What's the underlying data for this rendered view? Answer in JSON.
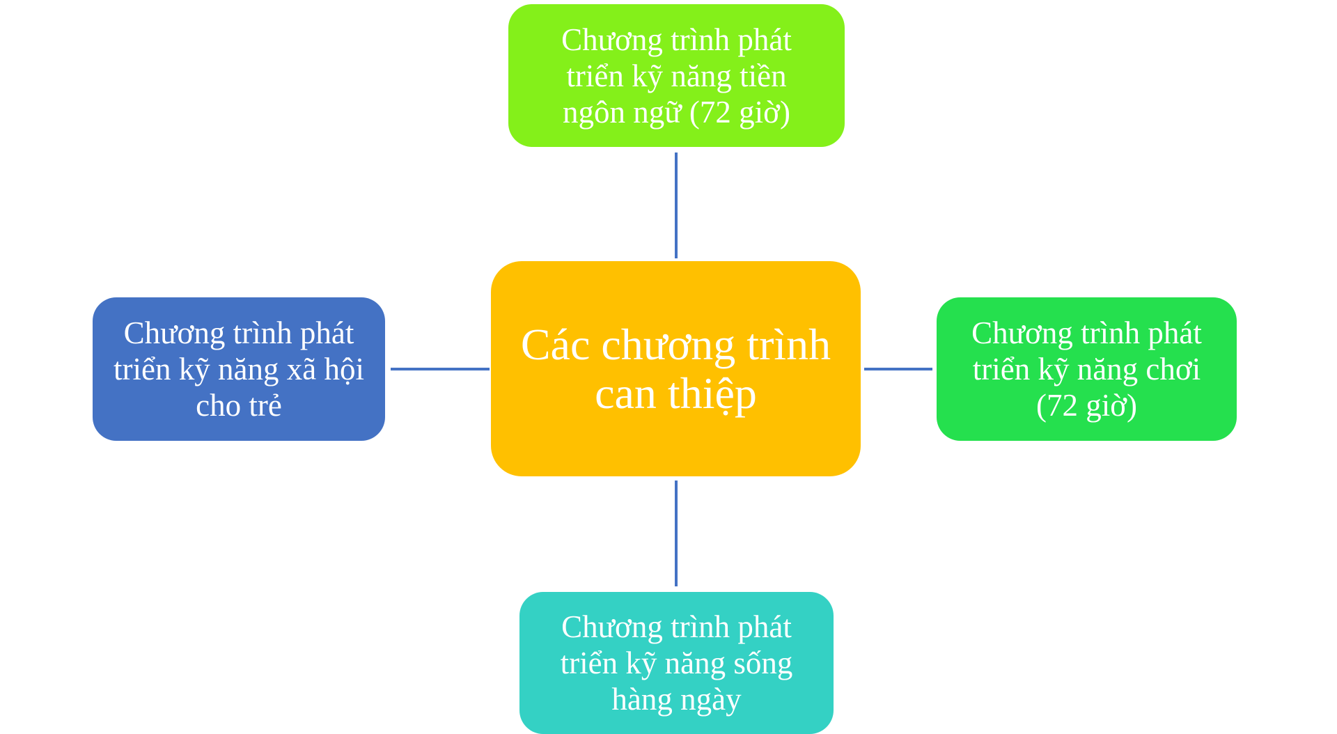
{
  "center": {
    "label": "Các chương trình can thiệp",
    "lines": [
      "Các chương trình",
      "can thiệp"
    ],
    "color": "#FFC000"
  },
  "nodes": {
    "top": {
      "lines": [
        "Chương trình phát",
        "triển kỹ năng tiền",
        "ngôn ngữ (72 giờ)"
      ],
      "color": "#84F01A"
    },
    "left": {
      "lines": [
        "Chương trình phát",
        "triển kỹ năng xã hội",
        "cho trẻ"
      ],
      "color": "#4472C4"
    },
    "right": {
      "lines": [
        "Chương trình phát",
        "triển kỹ năng chơi",
        "(72 giờ)"
      ],
      "color": "#25E04E"
    },
    "bottom": {
      "lines": [
        "Chương trình phát",
        "triển kỹ năng sống",
        "hàng ngày"
      ],
      "color": "#34D1C4"
    }
  },
  "connector_color": "#4472C4"
}
